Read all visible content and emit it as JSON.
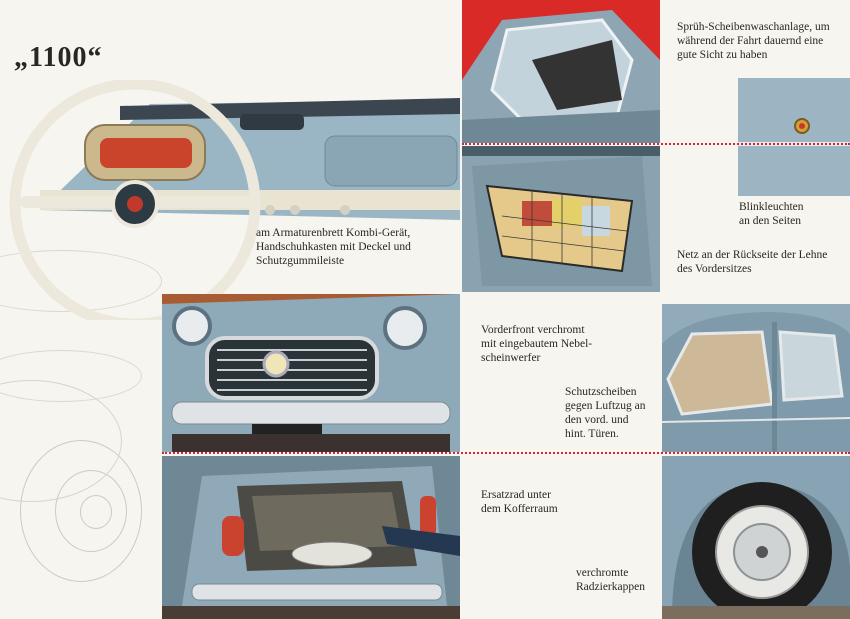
{
  "brochure": {
    "title": "„1100“"
  },
  "captions": {
    "dashboard": [
      "am Armaturenbrett Kombi-Gerät,",
      "Handschuhkasten mit Deckel und",
      "Schutzgummileiste"
    ],
    "washer": [
      "Sprüh-Scheibenwaschanlage, um",
      "während der Fahrt dauernd eine",
      "gute Sicht zu haben"
    ],
    "indicator": [
      "Blinkleuchten",
      "an den Seiten"
    ],
    "net": [
      "Netz an der Rückseite der Lehne",
      "des Vordersitzes"
    ],
    "front": [
      "Vorderfront verchromt",
      "mit eingebautem Nebel-",
      "scheinwerfer"
    ],
    "windows": [
      "Schutzscheiben",
      "gegen Luftzug an",
      "den vord. und",
      "hint. Türen."
    ],
    "spare": [
      "Ersatzrad unter",
      "dem Kofferraum"
    ],
    "hubcaps": [
      "verchromte",
      "Radzierkappen"
    ]
  },
  "colors": {
    "car_blue": "#8fa9b8",
    "accent_red": "#d2233a",
    "paper": "#f7f5ef",
    "text": "#2b2620"
  }
}
